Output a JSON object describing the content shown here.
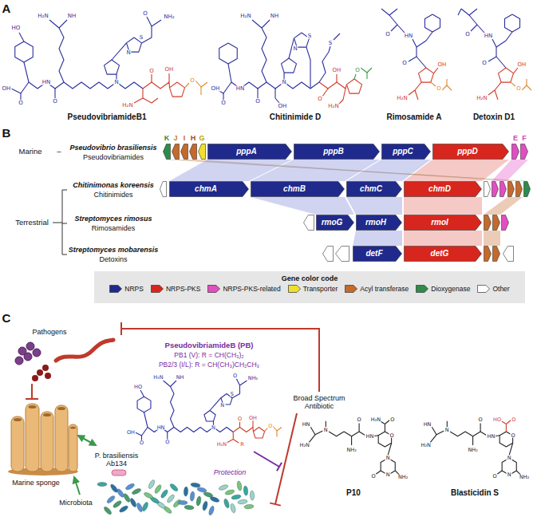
{
  "diagram": {
    "nodes": [
      {
        "text": [
          "K"
        ]
      },
      {
        "text": [
          "J"
        ]
      },
      {
        "text": [
          "I"
        ]
      },
      {
        "text": [
          "H"
        ]
      },
      {
        "text": [
          "G"
        ]
      },
      {
        "text": [
          "pppA"
        ]
      },
      {
        "text": [
          "pppB"
        ]
      },
      {
        "text": [
          "pppC"
        ]
      },
      {
        "text": [
          "pppD"
        ]
      },
      {
        "text": [
          "E"
        ]
      },
      {
        "text": [
          "F"
        ]
      },
      {
        "text": [
          "chmA"
        ]
      },
      {
        "text": [
          "chmB"
        ]
      },
      {
        "text": [
          "chmC"
        ]
      },
      {
        "text": [
          "chmD"
        ]
      },
      {
        "text": [
          "rmoG"
        ]
      },
      {
        "text": [
          "rmoH"
        ]
      },
      {
        "text": [
          "rmoI"
        ]
      },
      {
        "text": [
          "detF"
        ]
      },
      {
        "text": [
          "detG"
        ]
      }
    ],
    "edges": [
      {
        "from": 5,
        "to": 11,
        "arrow": "none"
      },
      {
        "from": 6,
        "to": 12,
        "arrow": "none"
      },
      {
        "from": 7,
        "to": 13,
        "arrow": "none"
      },
      {
        "from": 8,
        "to": 14,
        "arrow": "none"
      },
      {
        "from": 12,
        "to": 15,
        "arrow": "none"
      },
      {
        "from": 13,
        "to": 16,
        "arrow": "none"
      },
      {
        "from": 14,
        "to": 17,
        "arrow": "none"
      },
      {
        "from": 16,
        "to": 18,
        "arrow": "none"
      },
      {
        "from": 17,
        "to": 19,
        "arrow": "none"
      }
    ],
    "labels": [
      "A",
      "PseudovibriamideB1",
      "Chitinimide D",
      "Rimosamide A",
      "Detoxin D1",
      "HO",
      "OH",
      "O",
      "HN",
      "H₂N",
      "NH",
      "O",
      "N",
      "S",
      "N",
      "O",
      "NH₂",
      "O",
      "OH",
      "H₂N",
      "O",
      "OH",
      "O",
      "HN",
      "H₂N",
      "NH",
      "O",
      "OH",
      "N",
      "S",
      "N",
      "S",
      "O",
      "OH",
      "H₂N",
      "O",
      "O",
      "HN",
      "O",
      "OH",
      "H₂N",
      "O",
      "O",
      "HN",
      "O",
      "OH",
      "H₂N",
      "O",
      "B",
      "Marine",
      "–",
      "Pseudovibrio brasiliensis",
      "Pseudovibriamides",
      "Terrestrial",
      "Chitinimonas koreensis",
      "Chitinimides",
      "Streptomyces rimosus",
      "Rimosamides",
      "Streptomyces mobarensis",
      "Detoxins",
      "Gene color code",
      "C",
      "Pathogens",
      "Marine sponge",
      "P. brasiliensis Ab134",
      "Microbiota",
      "PseudovibriamideB (PB)",
      "PB1 (V): R = CH(CH₃)₂",
      "PB2/3 (I/L): R = CH(CH₃)CH₂CH₃",
      "Broad Spectrum Antibiotic",
      "Protection",
      "P10",
      "Blasticidin S",
      "HO",
      "OH",
      "O",
      "HN",
      "H₂N",
      "NH",
      "O",
      "N",
      "S",
      "N",
      "O",
      "NH₂",
      "O",
      "OH",
      "H₂N",
      "O",
      "R",
      "HN",
      "H₂N",
      "N",
      "NH₂",
      "O",
      "HN",
      "H₂N",
      "O",
      "O",
      "N",
      "O",
      "N",
      "NH₂",
      "HN",
      "H₂N",
      "N",
      "NH₂",
      "O",
      "HN",
      "HO",
      "O",
      "O",
      "N",
      "O",
      "N",
      "NH₂"
    ],
    "legend": [
      {
        "text": "NRPS",
        "color": "#1f2a8c"
      },
      {
        "text": "NRPS-PKS",
        "color": "#d7261e"
      },
      {
        "text": "NRPS-PKS-related",
        "color": "#e04fc2"
      },
      {
        "text": "Transporter",
        "color": "#f0df2e"
      },
      {
        "text": "Acyl transferase",
        "color": "#c46a2b"
      },
      {
        "text": "Dioxygenase",
        "color": "#2e8b4a"
      },
      {
        "text": "Other",
        "color": "#ffffff"
      }
    ]
  }
}
